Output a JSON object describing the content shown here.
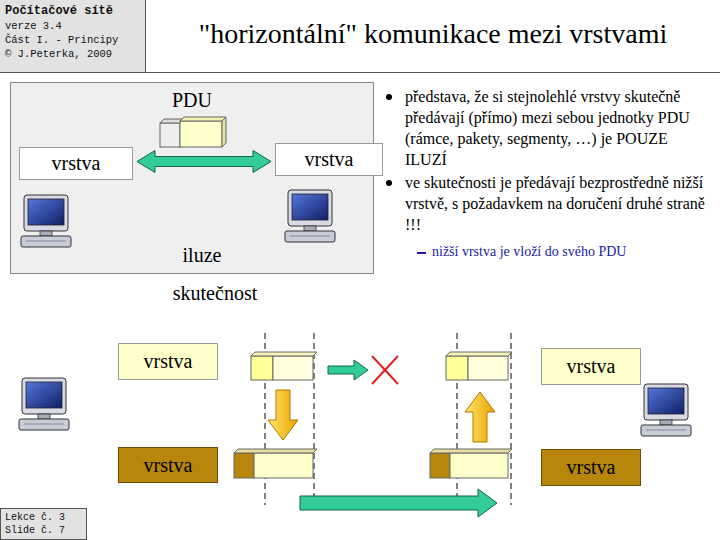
{
  "diagram": {
    "title": "\"horizontální\" komunikace mezi vrstvami",
    "nodes": [
      {
        "text": [
          "Počítačové sítě",
          "verze 3.4",
          "Část I. - Principy",
          "© J.Peterka, 2009"
        ]
      },
      {
        "text": [
          "PDU",
          "iluze"
        ]
      },
      {
        "text": [
          "vrstva"
        ],
        "in": 1
      },
      {
        "text": [
          "vrstva"
        ],
        "in": 1
      },
      {
        "text": [
          "vrstva"
        ]
      },
      {
        "text": [
          "vrstva"
        ]
      },
      {
        "text": [
          "vrstva"
        ]
      },
      {
        "text": [
          "vrstva"
        ]
      },
      {
        "text": [
          "Lekce č. 3",
          "Slide č. 7"
        ]
      }
    ],
    "edges": [
      {
        "from": 2,
        "to": 3,
        "arrow": "both"
      }
    ],
    "labels": [
      "skutečnost",
      "představa, že si stejnolehlé vrstvy skutečně předávají (přímo) mezi sebou jednotky PDU (rámce, pakety, segmenty, …) je POUZE ILUZÍ",
      "ve skutečnosti je předávají bezprostředně nižší vrstvě, s požadavkem na doručení druhé straně !!!",
      "nižší vrstva je vloží do svého PDU"
    ]
  }
}
